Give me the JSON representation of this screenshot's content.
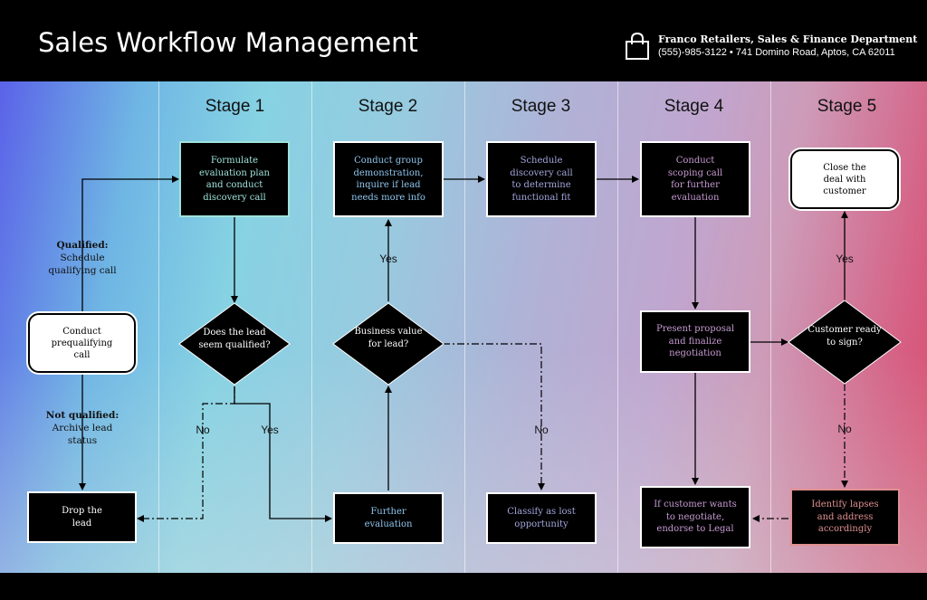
{
  "header": {
    "title": "Sales Workflow Management",
    "company": "Franco Retailers, Sales & Finance Department",
    "contact": "(555)-985-3122 • 741 Domino Road, Aptos, CA 62011",
    "icon": "shopping-bag-icon"
  },
  "stages": [
    "Stage 1",
    "Stage 2",
    "Stage 3",
    "Stage 4",
    "Stage 5"
  ],
  "colors": {
    "stage1_border": "#9fe3dc",
    "stage2_border": "#8fc6ee",
    "stage3_border": "#a3a6dc",
    "stage4_border": "#c79ad2",
    "stage5_border": "#e09090"
  },
  "nodes": {
    "prequalify": "Conduct prequalifying call",
    "drop": "Drop the lead",
    "formulate": "Formulate evaluation plan and conduct discovery call",
    "seem_qualified": "Does the lead seem qualified?",
    "group_demo": "Conduct group demonstration, inquire if lead needs more info",
    "business_value": "Business value for lead?",
    "further_eval": "Further evaluation",
    "schedule_discovery": "Schedule discovery call to determine functional fit",
    "classify_lost": "Classify as lost opportunity",
    "scoping_call": "Conduct scoping call for further evaluation",
    "present_proposal": "Present proposal and finalize negotiation",
    "endorse_legal": "If customer wants to negotiate, endorse to Legal",
    "close_deal": "Close the deal with customer",
    "ready_to_sign": "Customer ready to sign?",
    "identify_lapses": "Identify lapses and address accordingly"
  },
  "side_labels": {
    "qualified_bold": "Qualified:",
    "qualified_text": "Schedule qualifying call",
    "not_qualified_bold": "Not qualified:",
    "not_qualified_text": "Archive lead status"
  },
  "edge_labels": {
    "s1_no": "No",
    "s1_yes": "Yes",
    "s2_yes": "Yes",
    "s3_no": "No",
    "s5_yes": "Yes",
    "s5_no": "No"
  }
}
